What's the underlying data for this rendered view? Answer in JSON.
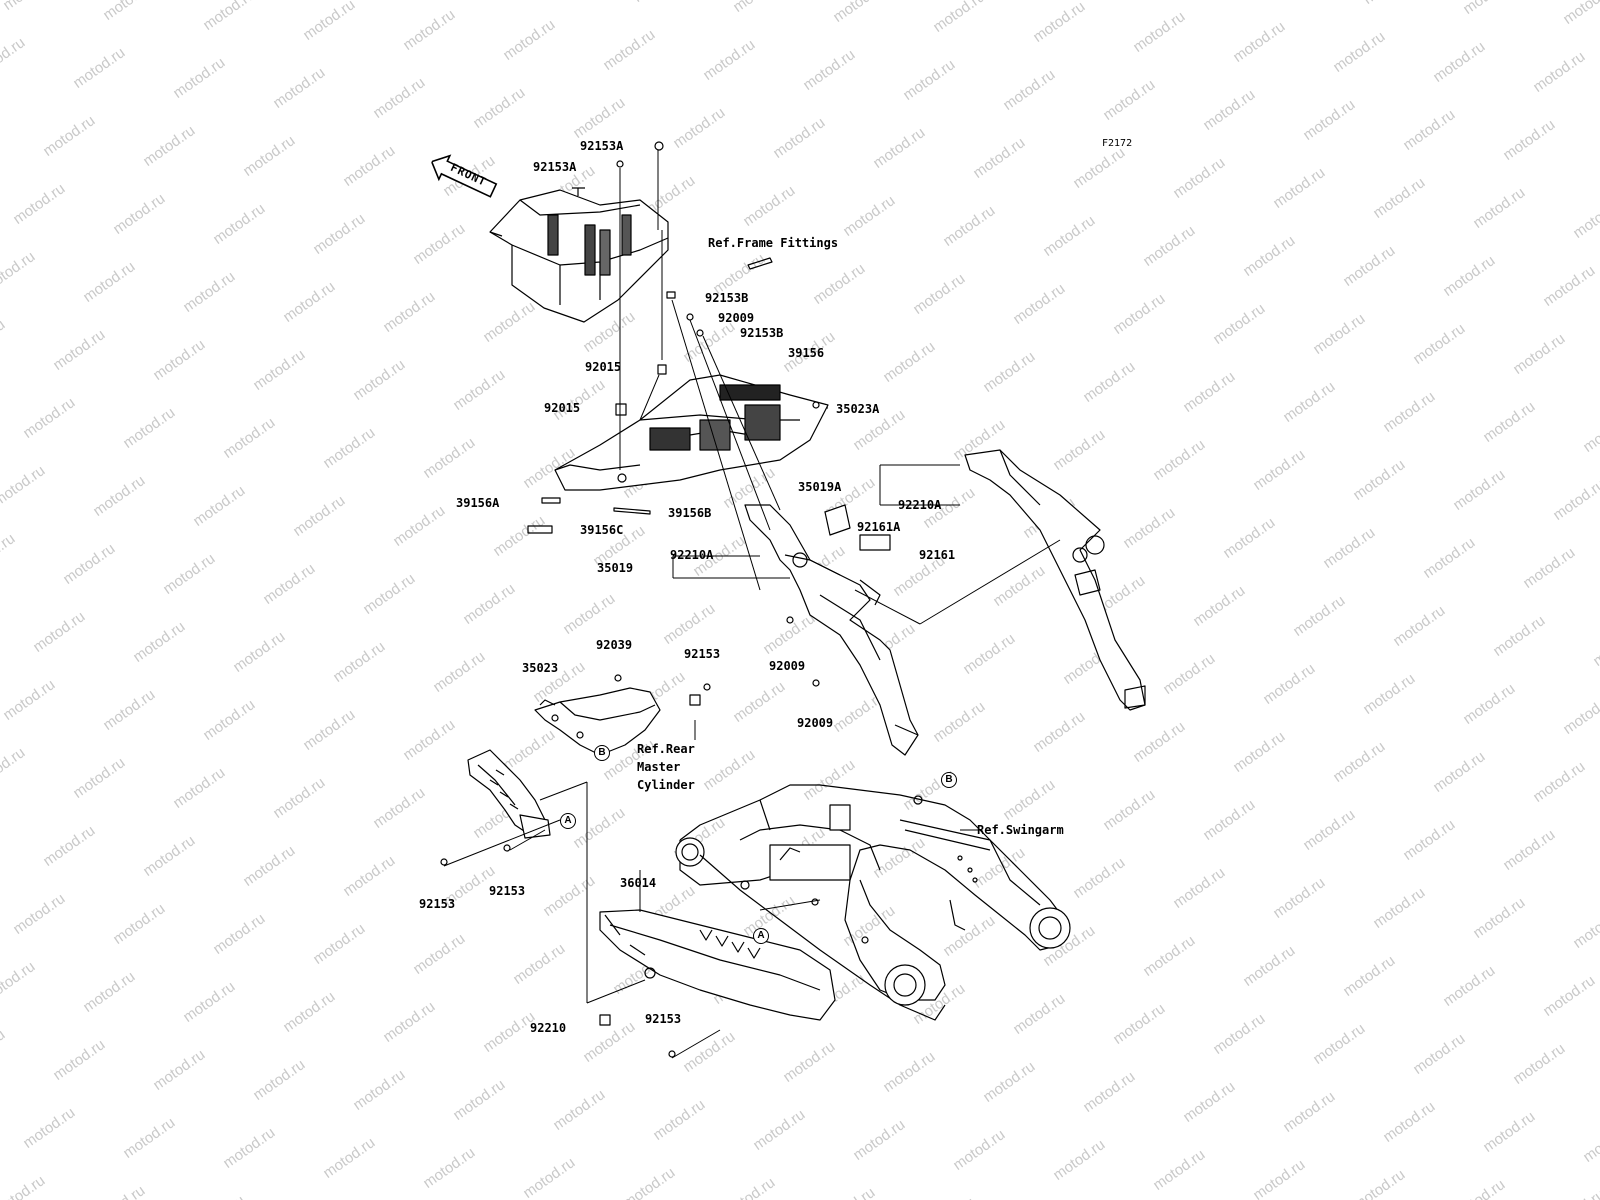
{
  "watermark": "motod.ru",
  "figure_code": "F2172",
  "front_label": "FRONT",
  "parts": {
    "p92153A_1": "92153A",
    "p92153A_2": "92153A",
    "ref_frame": "Ref.Frame Fittings",
    "p92153B_1": "92153B",
    "p92009_1": "92009",
    "p92153B_2": "92153B",
    "p39156": "39156",
    "p92015_1": "92015",
    "p92015_2": "92015",
    "p35023A": "35023A",
    "p35019A": "35019A",
    "p92210A_1": "92210A",
    "p39156A": "39156A",
    "p39156B": "39156B",
    "p39156C": "39156C",
    "p92161A": "92161A",
    "p92161": "92161",
    "p92210A_2": "92210A",
    "p35019": "35019",
    "p92039": "92039",
    "p92153_1": "92153",
    "p35023": "35023",
    "p92009_2": "92009",
    "p92009_3": "92009",
    "ref_rear_master": "Ref.Rear\nMaster\nCylinder",
    "ref_swingarm": "Ref.Swingarm",
    "p92153_2": "92153",
    "p92153_3": "92153",
    "p36014": "36014",
    "p92210": "92210",
    "p92153_4": "92153"
  },
  "callouts": {
    "a1": "A",
    "a2": "A",
    "b1": "B",
    "b2": "B"
  }
}
